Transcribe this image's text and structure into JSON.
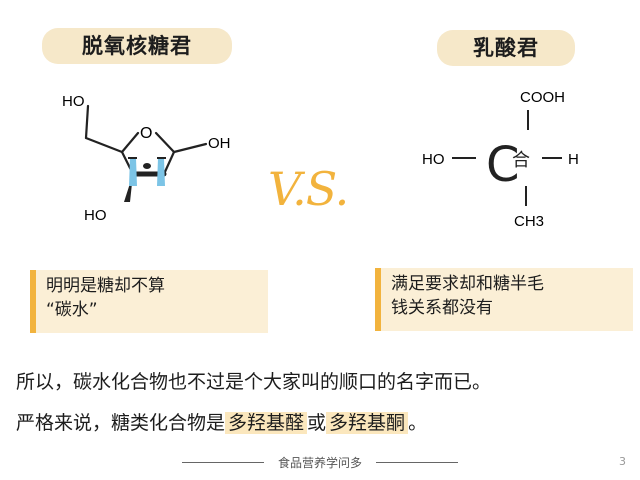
{
  "left_title": "脱氧核糖君",
  "right_title": "乳酸君",
  "vs_text": "V.S.",
  "deoxyribose_labels": {
    "top_ho": "HO",
    "ring_o": "O",
    "right_oh": "OH",
    "bottom_ho": "HO"
  },
  "lactic_labels": {
    "cooh": "COOH",
    "ho": "HO",
    "h": "H",
    "ch3": "CH3",
    "carbon_letter": "C",
    "face": "合"
  },
  "note_left": {
    "line1": "明明是糖却不算",
    "line2": "“碳水”"
  },
  "note_right": {
    "line1": "满足要求却和糖半毛",
    "line2": "钱关系都没有"
  },
  "body": {
    "line1": "所以，碳水化合物也不过是个大家叫的顺口的名字而已。",
    "line2_prefix": "严格来说，糖类化合物是",
    "highlight1": "多羟基醛",
    "connector": "或",
    "highlight2": "多羟基酮",
    "line2_suffix": "。"
  },
  "footer": {
    "text": "食品营养学问多",
    "page_number": "3"
  },
  "colors": {
    "accent": "#f2b33d",
    "tag_bg": "#f6e8c9",
    "note_bg": "#fbefd6",
    "tear_blue": "#7cc4e6"
  }
}
